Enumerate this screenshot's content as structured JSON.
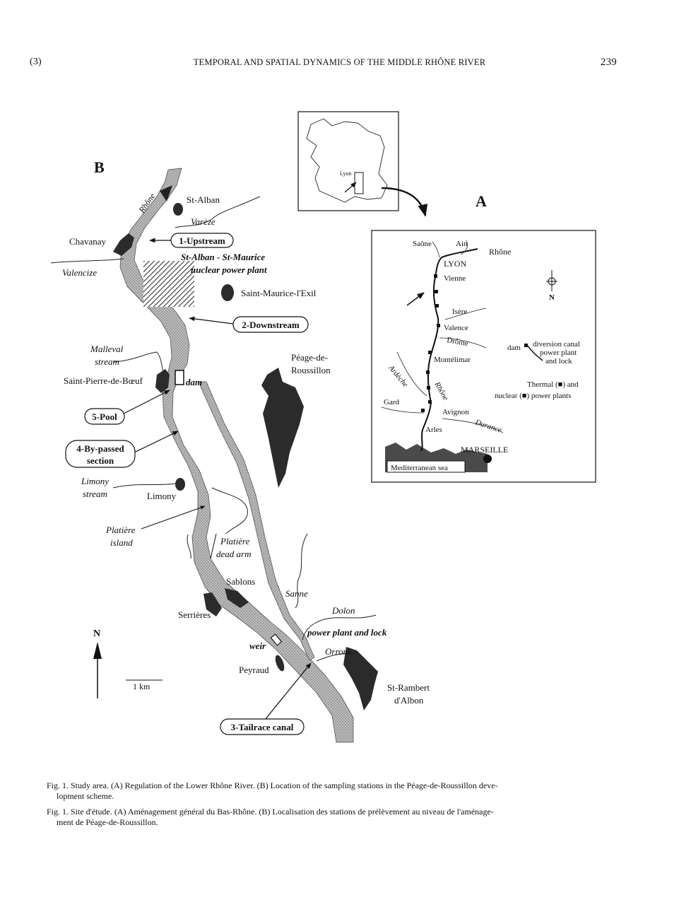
{
  "header": {
    "left": "(3)",
    "title": "TEMPORAL AND SPATIAL DYNAMICS OF THE MIDDLE RHÔNE RIVER",
    "page": "239"
  },
  "panel_b": {
    "letter": "B",
    "labels": {
      "rhone": "Rhône",
      "st_alban": "St-Alban",
      "vareze": "Varèze",
      "chavanay": "Chavanay",
      "valencize": "Valencize",
      "plant_line1": "St-Alban - St-Maurice",
      "plant_line2": "nuclear power plant",
      "saint_maurice": "Saint-Maurice-l'Exil",
      "malleval1": "Malleval",
      "malleval2": "stream",
      "peage1": "Péage-de-",
      "peage2": "Roussillon",
      "saint_pierre": "Saint-Pierre-de-Bœuf",
      "dam": "dam",
      "limony_stream1": "Limony",
      "limony_stream2": "stream",
      "limony": "Limony",
      "platiere_island1": "Platière",
      "platiere_island2": "island",
      "platiere_arm1": "Platière",
      "platiere_arm2": "dead arm",
      "sablons": "Sablons",
      "sanne": "Sanne",
      "serrieres": "Serrières",
      "dolon": "Dolon",
      "power_lock": "power plant and lock",
      "weir": "weir",
      "orrons": "Orrons",
      "peyraud": "Peyraud",
      "st_rambert1": "St-Rambert",
      "st_rambert2": "d'Albon",
      "north": "N",
      "scale": "1 km"
    },
    "stations": {
      "s1": "1-Upstream",
      "s2": "2-Downstream",
      "s3": "3-Tailrace canal",
      "s4a": "4-By-passed",
      "s4b": "section",
      "s5": "5-Pool"
    }
  },
  "inset": {
    "lyon": "Lyon"
  },
  "panel_a": {
    "letter": "A",
    "labels": {
      "saone": "Saône",
      "ain": "Ain",
      "rhone": "Rhône",
      "lyon": "LYON",
      "vienne": "Vienne",
      "isere": "Isère",
      "valence": "Valence",
      "drome": "Drôme",
      "montelimar": "Montélimar",
      "ardeche": "Ardèche",
      "rhone2": "Rhône",
      "gard": "Gard",
      "avignon": "Avignon",
      "durance": "Durance",
      "arles": "Arles",
      "marseille": "MARSEILLE",
      "sea": "Mediterranean sea",
      "north": "N"
    },
    "legend": {
      "dam": "dam",
      "diversion": "diversion canal",
      "powerplant": "power plant",
      "andlock": "and lock",
      "thermal1": "Thermal (■) and",
      "thermal2": "nuclear (■) power plants"
    }
  },
  "captions": {
    "en_1": "Fig. 1. Study area. (A) Regulation of the Lower Rhône River. (B) Location of the sampling stations in the Péage-de-Roussillon deve-",
    "en_2": "lopment scheme.",
    "fr_1": "Fig. 1. Site d'étude. (A) Aménagement général du Bas-Rhône. (B) Localisation des stations de prélèvement au niveau de l'aménage-",
    "fr_2": "ment de Péage-de-Roussillon."
  }
}
